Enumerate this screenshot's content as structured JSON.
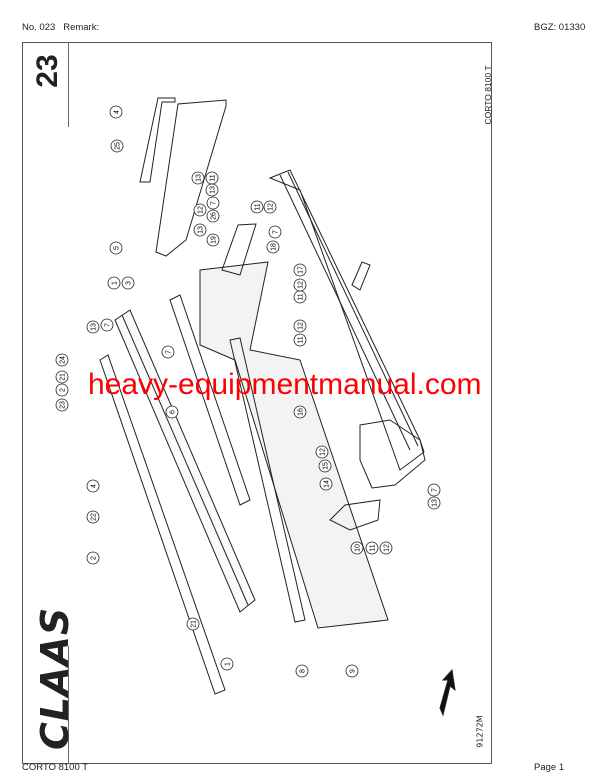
{
  "header": {
    "number": "No. 023",
    "remark_label": "Remark:",
    "bgz": "BGZ: 01330"
  },
  "figure": {
    "number": "23",
    "model": "CORTO 8100 T",
    "drawing_no": "91272M"
  },
  "logo": "CLAAS",
  "watermark": "heavy-equipmentmanual.com",
  "footer": {
    "model": "CORTO 8100 T",
    "page": "Page 1"
  },
  "callouts": [
    "4",
    "25",
    "13",
    "11",
    "13",
    "7",
    "26",
    "12",
    "13",
    "11",
    "12",
    "7",
    "18",
    "19",
    "5",
    "17",
    "12",
    "11",
    "1",
    "3",
    "13",
    "7",
    "24",
    "21",
    "2",
    "23",
    "7",
    "6",
    "12",
    "11",
    "16",
    "12",
    "15",
    "14",
    "7",
    "13",
    "10",
    "11",
    "12",
    "4",
    "22",
    "2",
    "21",
    "1",
    "8",
    "9"
  ],
  "colors": {
    "watermark": "#ff0000",
    "line": "#222222"
  }
}
